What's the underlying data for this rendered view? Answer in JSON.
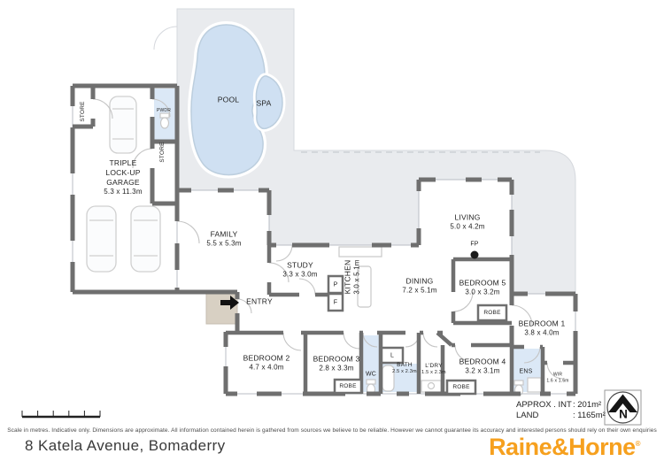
{
  "rooms": {
    "garage": {
      "name": "TRIPLE LOCK-UP GARAGE",
      "dims": "5.3 x 11.3m"
    },
    "store_top": {
      "name": "STORE"
    },
    "store_mid": {
      "name": "STORE"
    },
    "pwdr": {
      "name": "PWDR"
    },
    "pool": {
      "name": "POOL"
    },
    "spa": {
      "name": "SPA"
    },
    "family": {
      "name": "FAMILY",
      "dims": "5.5 x 5.3m"
    },
    "study": {
      "name": "STUDY",
      "dims": "3.3 x 3.0m"
    },
    "kitchen": {
      "name": "KITCHEN",
      "dims": "3.0 x 5.1m"
    },
    "pantry": {
      "name": "P"
    },
    "fridge": {
      "name": "F"
    },
    "entry": {
      "name": "ENTRY"
    },
    "dining": {
      "name": "DINING",
      "dims": "7.2 x 5.1m"
    },
    "living": {
      "name": "LIVING",
      "dims": "5.0 x 4.2m"
    },
    "fireplace": {
      "name": "FP"
    },
    "bedroom5": {
      "name": "BEDROOM 5",
      "dims": "3.0 x 3.2m"
    },
    "robe5": {
      "name": "ROBE"
    },
    "bedroom1": {
      "name": "BEDROOM 1",
      "dims": "3.8 x 4.0m"
    },
    "bedroom2": {
      "name": "BEDROOM 2",
      "dims": "4.7 x 4.0m"
    },
    "bedroom3": {
      "name": "BEDROOM 3",
      "dims": "2.8 x 3.3m"
    },
    "robe3": {
      "name": "ROBE"
    },
    "wc": {
      "name": "WC"
    },
    "linen": {
      "name": "L"
    },
    "bath": {
      "name": "BATH",
      "dims": "2.5 x 2.3m"
    },
    "laundry": {
      "name": "L'DRY",
      "dims": "1.5 x 2.3m"
    },
    "bedroom4": {
      "name": "BEDROOM 4",
      "dims": "3.2 x 3.1m"
    },
    "robe4": {
      "name": "ROBE"
    },
    "ens": {
      "name": "ENS"
    },
    "wir": {
      "name": "WIR",
      "dims": "1.6 x 1.6m"
    }
  },
  "stats": {
    "area_label": "APPROX . INT",
    "area_value": ": 201m²",
    "land_label": "LAND",
    "land_value": ": 1165m²"
  },
  "footer": {
    "disclaimer": "Scale in metres. Indicative only. Dimensions are approximate. All information contained herein is gathered from sources we believe to be reliable. However we cannot guarantee its accuracy and interested persons should rely on their own enquiries",
    "address": "8 Katela Avenue, Bomaderry"
  },
  "logo": {
    "brand": "Raine&Horne",
    "registered": "®"
  },
  "compass": {
    "north": "N"
  },
  "colors": {
    "deck": "#e9ebee",
    "wall": "#6f6f6f",
    "pool_water": "#cfe0f2",
    "tile": "#dbe8f6",
    "porch": "#d8d0c3",
    "brand_orange": "#F6A01E"
  }
}
